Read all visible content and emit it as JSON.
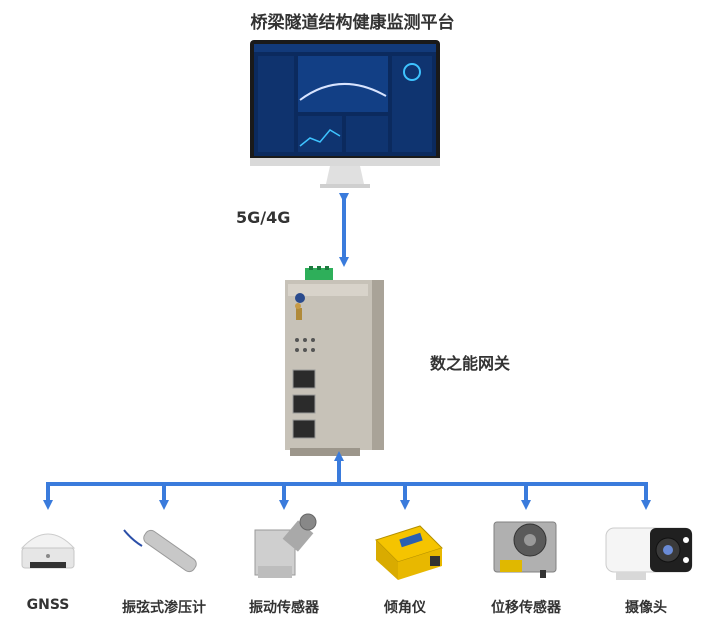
{
  "title": "桥梁隧道结构健康监测平台",
  "link": {
    "label": "5G/4G"
  },
  "gateway": {
    "label": "数之能网关"
  },
  "devices": [
    {
      "label": "GNSS",
      "icon": "gnss-receiver-icon"
    },
    {
      "label": "振弦式渗压计",
      "icon": "piezometer-icon"
    },
    {
      "label": "振动传感器",
      "icon": "vibration-sensor-icon"
    },
    {
      "label": "倾角仪",
      "icon": "inclinometer-icon"
    },
    {
      "label": "位移传感器",
      "icon": "displacement-sensor-icon"
    },
    {
      "label": "摄像头",
      "icon": "camera-icon"
    }
  ],
  "colors": {
    "arrow": "#3a7bdc",
    "text": "#333333",
    "gateway_body": "#c7c2b8",
    "screen_bg": "#0b2a5e"
  }
}
